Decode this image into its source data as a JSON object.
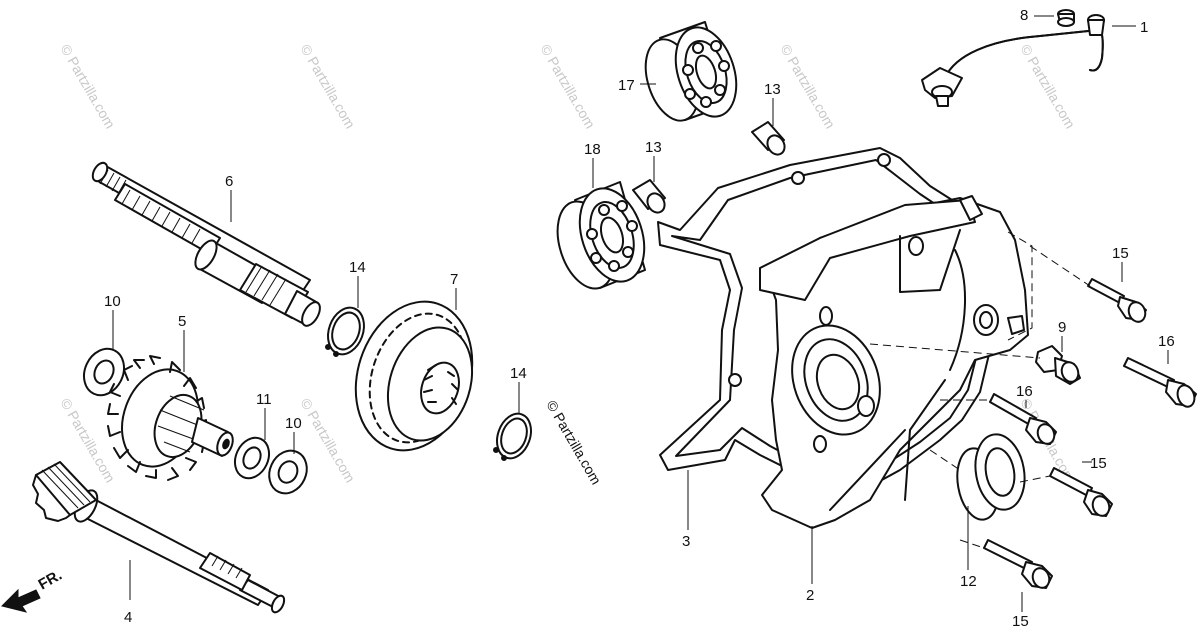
{
  "labels": {
    "p1": "1",
    "p2": "2",
    "p3": "3",
    "p4": "4",
    "p5": "5",
    "p6": "6",
    "p7": "7",
    "p8": "8",
    "p9": "9",
    "p10a": "10",
    "p10b": "10",
    "p11": "11",
    "p12": "12",
    "p13a": "13",
    "p13b": "13",
    "p14a": "14",
    "p14b": "14",
    "p15a": "15",
    "p15b": "15",
    "p15c": "15",
    "p16a": "16",
    "p16b": "16",
    "p17": "17",
    "p18": "18"
  },
  "front_marker": "FR.",
  "watermark": "© Partzilla.com",
  "colors": {
    "ink": "#111111",
    "watermark": "#c8c8c8",
    "background": "#ffffff"
  }
}
